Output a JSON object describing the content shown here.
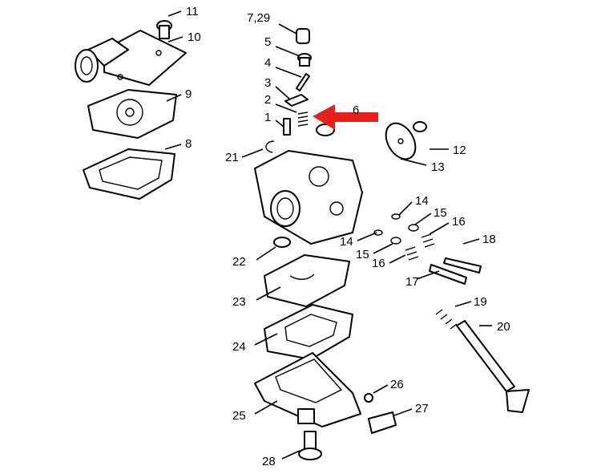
{
  "labels": {
    "p11": "11",
    "p10": "10",
    "p9": "9",
    "p8": "8",
    "p729": "7,29",
    "p5": "5",
    "p4": "4",
    "p3": "3",
    "p2": "2",
    "p1": "1",
    "p6": "6",
    "p12": "12",
    "p13": "13",
    "p21": "21",
    "p14a": "14",
    "p15a": "15",
    "p16a": "16",
    "p14b": "14",
    "p15b": "15",
    "p16b": "16",
    "p18": "18",
    "p17": "17",
    "p22": "22",
    "p23": "23",
    "p19": "19",
    "p20": "20",
    "p24": "24",
    "p25": "25",
    "p26": "26",
    "p27": "27",
    "p28": "28"
  },
  "colors": {
    "arrow": "#e8201c",
    "line": "#000000",
    "background": "#ffffff"
  }
}
